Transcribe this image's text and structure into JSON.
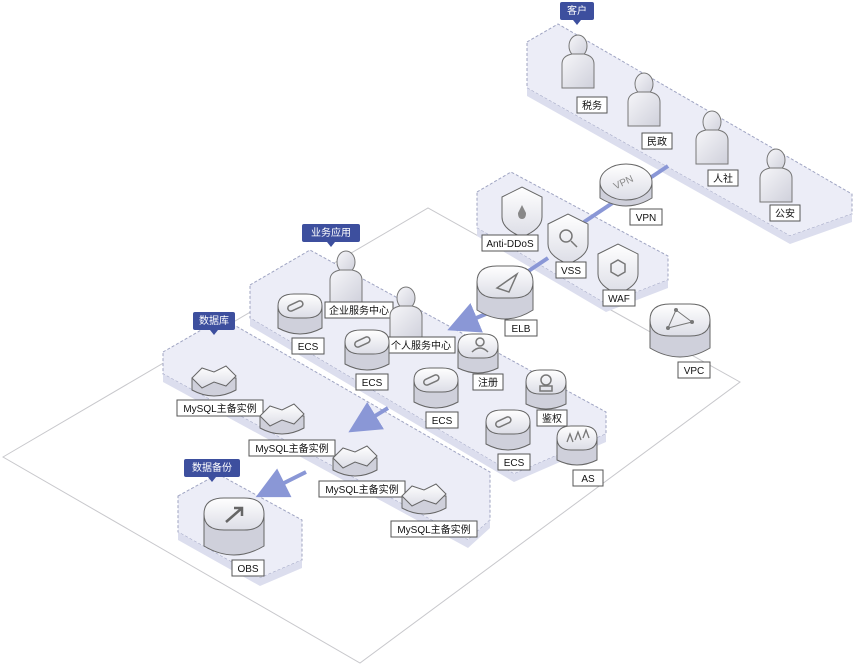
{
  "groups": {
    "customers": "客户",
    "business": "业务应用",
    "database": "数据库",
    "backup": "数据备份"
  },
  "customers": [
    "税务",
    "民政",
    "人社",
    "公安"
  ],
  "security": {
    "vpn": "VPN",
    "antiddos": "Anti-DDoS",
    "vss": "VSS",
    "waf": "WAF",
    "vpc": "VPC"
  },
  "business": {
    "elb": "ELB",
    "enterprise": "企业服务中心",
    "personal": "个人服务中心",
    "ecs1": "ECS",
    "ecs2": "ECS",
    "ecs3": "ECS",
    "ecs4": "ECS",
    "register": "注册",
    "auth": "鉴权",
    "as": "AS"
  },
  "database": [
    "MySQL主备实例",
    "MySQL主备实例",
    "MySQL主备实例",
    "MySQL主备实例"
  ],
  "backup": {
    "obs": "OBS"
  },
  "colors": {
    "accent": "#3d4f9e",
    "arrow": "#8a97d6",
    "platform": "#ecedf7",
    "outline": "#9fa4c2"
  }
}
